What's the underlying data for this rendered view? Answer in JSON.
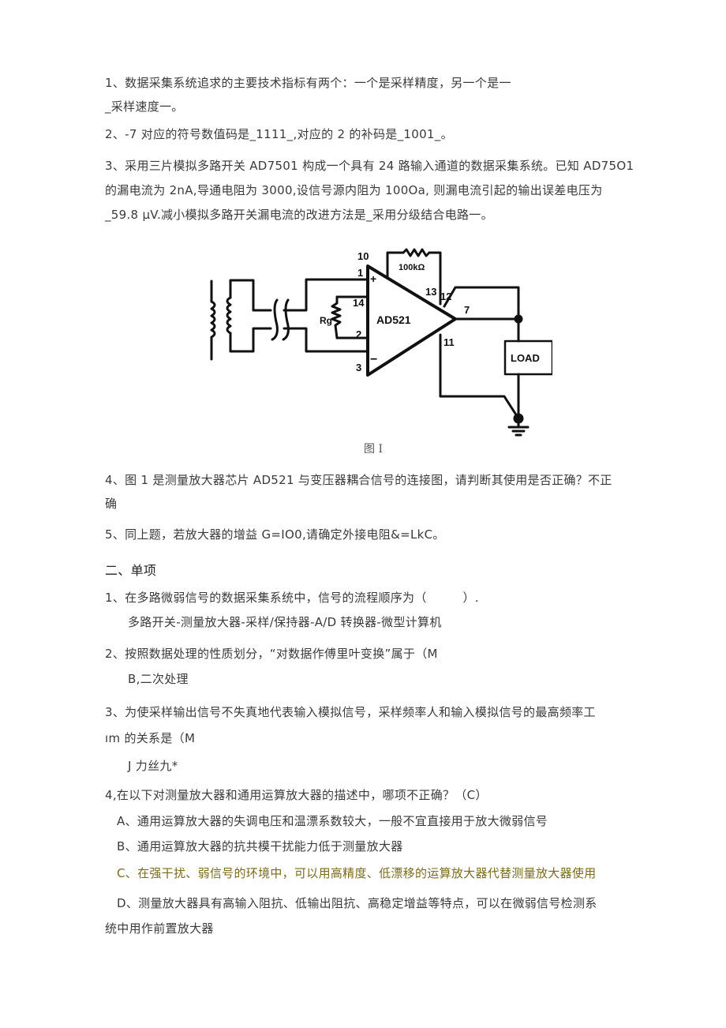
{
  "fill_in": {
    "q1_line1": "1、数据采集系统追求的主要技术指标有两个：一个是采样精度，另一个是一",
    "q1_line2": "_采样速度一。",
    "q2": "2、-7 对应的符号数值码是_1111_,对应的 2 的补码是_1001_。",
    "q3_line1": "3、采用三片模拟多路开关 AD7501 构成一个具有 24 路输入通道的数据采集系统。已知 AD75O1",
    "q3_line2": "的漏电流为 2nA,导通电阻为 3000,设信号源内阻为 100Oa, 则漏电流引起的输出误差电压为",
    "q3_line3": "_59.8 μV.减小模拟多路开关漏电流的改进方法是_采用分级结合电路一。",
    "figure": {
      "labels": {
        "chip": "AD521",
        "feedback_resistor": "100kΩ",
        "gain_resistor": "Rg",
        "load": "LOAD",
        "pin_10": "10",
        "pin_1": "1",
        "pin_14": "14",
        "pin_2": "2",
        "pin_3": "3",
        "pin_13": "13",
        "pin_12": "12",
        "pin_7": "7",
        "pin_11": "11",
        "plus": "+",
        "minus": "−"
      },
      "caption": "图 I"
    },
    "q4_line1": "4、图 1 是测量放大器芯片 AD521 与变压器耦合信号的连接图，请判断其使用是否正确？不正",
    "q4_line2": "确",
    "q5": "5、同上题，若放大器的增益 G=IO0,请确定外接电阻&=LkC。"
  },
  "single_choice": {
    "title": "二、单项",
    "q1": "1、在多路微弱信号的数据采集系统中，信号的流程顺序为（　　　）.",
    "q1_answer": "多路开关-测量放大器-采样/保持器-A/D 转换器-微型计算机",
    "q2": "2、按照数据处理的性质划分，“对数据作傅里叶变换”属于（M",
    "q2_answer": "B,二次处理",
    "q3_line1": "3、为使采样输出信号不失真地代表输入模拟信号，采样频率人和输入模拟信号的最高频率工",
    "q3_line2": "ım 的关系是（M",
    "q3_answer": "J 力丝九*",
    "q4": "4,在以下对测量放大器和通用运算放大器的描述中，哪项不正确？（C）",
    "q4_options": [
      "A、通用运算放大器的失调电压和温漂系数较大，一般不宜直接用于放大微弱信号",
      "B、通用运算放大器的抗共模干扰能力低于测量放大器",
      "C、在强干扰、弱信号的环境中，可以用高精度、低漂移的运算放大器代替测量放大器使用",
      "D、测量放大器具有高输入阻抗、低输出阻抗、高稳定增益等特点，可以在微弱信号检测系"
    ],
    "q4_option_d_cont": "统中用作前置放大器",
    "highlight_color": "#7a6a1a"
  }
}
